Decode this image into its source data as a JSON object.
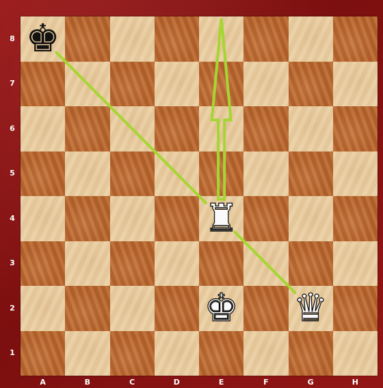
{
  "board": {
    "files": [
      "A",
      "B",
      "C",
      "D",
      "E",
      "F",
      "G",
      "H"
    ],
    "ranks": [
      "8",
      "7",
      "6",
      "5",
      "4",
      "3",
      "2",
      "1"
    ],
    "pieces": [
      {
        "square": "a8",
        "glyph": "♚",
        "side": "black",
        "name": "black-king-icon"
      },
      {
        "square": "e4",
        "glyph": "♜",
        "side": "white",
        "name": "white-rook-icon"
      },
      {
        "square": "e2",
        "glyph": "♚",
        "side": "white",
        "name": "white-king-icon"
      },
      {
        "square": "g2",
        "glyph": "♛",
        "side": "white",
        "name": "white-queen-icon"
      }
    ],
    "arrows": [
      {
        "from": "e4",
        "to": "e8",
        "style": "outline-arrow",
        "name": "rook-move-arrow"
      },
      {
        "from": "a8",
        "to": "e4",
        "style": "line",
        "name": "king-diagonal-line"
      },
      {
        "from": "e4",
        "to": "g2",
        "style": "line",
        "name": "queen-diagonal-line"
      }
    ],
    "colors": {
      "light_square": "#eacd9f",
      "dark_square": "#b8662f",
      "frame": "#8c1414",
      "arrow": "#a6d633",
      "label": "#ffffff"
    }
  }
}
